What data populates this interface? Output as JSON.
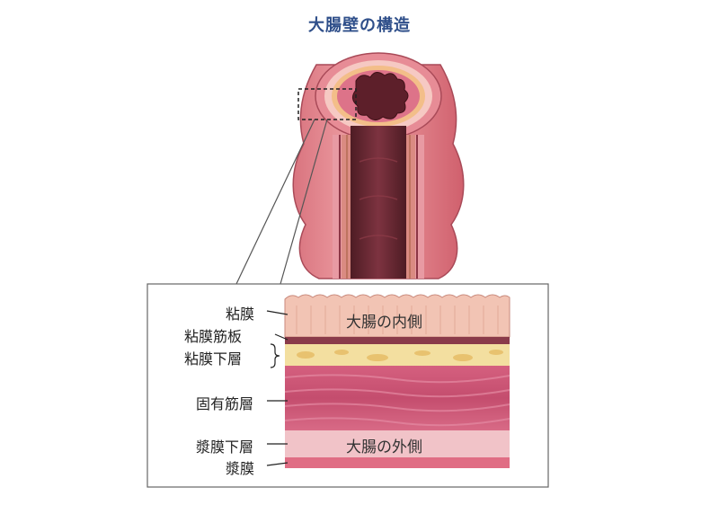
{
  "title": "大腸壁の構造",
  "labels": {
    "mucosa": "粘膜",
    "muscularis_mucosae": "粘膜筋板",
    "submucosa": "粘膜下層",
    "muscularis_propria": "固有筋層",
    "subserosa": "漿膜下層",
    "serosa": "漿膜"
  },
  "inner_side": "大腸の内側",
  "outer_side": "大腸の外側",
  "colors": {
    "title": "#2f4f8a",
    "mucosa": "#f2c4b4",
    "muscularis_mucosae": "#8a3b4a",
    "submucosa": "#f3dfa0",
    "muscle": "#cf5a7a",
    "subserosa": "#f1c3c8",
    "serosa": "#e06d84",
    "lumen": "#6b2832"
  }
}
